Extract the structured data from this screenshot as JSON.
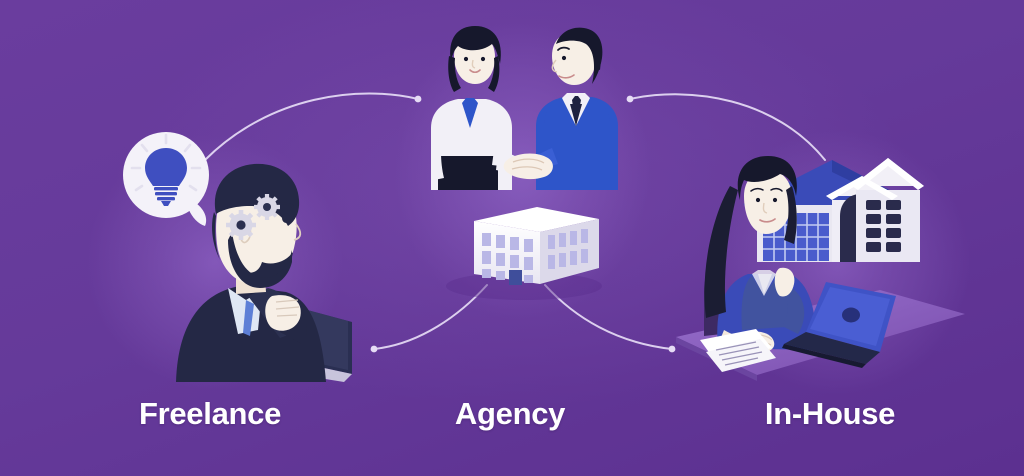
{
  "illustration": {
    "title": "Freelance vs Agency vs In-House comparison illustration",
    "background": {
      "base_color": "#653a9a",
      "top_color": "#6a3d9e",
      "bottom_color": "#5c3090",
      "glow_color": "#8a5fbe"
    },
    "accent_colors": {
      "white": "#ffffff",
      "off_white": "#f2f0f7",
      "blue": "#3f4fc0",
      "royal_blue": "#3a4bb8",
      "navy": "#1e2242",
      "dark_navy": "#222643",
      "periwinkle": "#b9b7e6",
      "connector_line": "#e6dcf5",
      "skin": "#f7efe6"
    },
    "labels": [
      {
        "id": "freelance",
        "text": "Freelance"
      },
      {
        "id": "agency",
        "text": "Agency"
      },
      {
        "id": "in-house",
        "text": "In-House"
      }
    ],
    "nodes": [
      {
        "id": "freelance",
        "label": "Freelance",
        "scene": "bearded man in dark suit and blue tie in thinking pose at a laptop, gears on his head, thought bubble with a glowing lightbulb",
        "icons": [
          "lightbulb-icon",
          "gears-icon",
          "laptop-icon",
          "thought-bubble-icon"
        ]
      },
      {
        "id": "agency",
        "label": "Agency",
        "scene": "businesswoman in white blazer shaking hands with businessman in blue suit above a white multi-storey office building",
        "icons": [
          "handshake-icon",
          "office-building-icon"
        ]
      },
      {
        "id": "in-house",
        "label": "In-House",
        "scene": "woman with long dark hair in blue shirt working on a laptop at a desk with papers, house with blue roof behind her",
        "icons": [
          "laptop-icon",
          "house-icon",
          "documents-icon"
        ]
      }
    ],
    "connectors": [
      {
        "id": "freelance-to-agency-top",
        "from": "freelance",
        "to": "agency",
        "style": "arc-up"
      },
      {
        "id": "agency-to-inhouse-top",
        "from": "agency",
        "to": "in-house",
        "style": "arc-up"
      },
      {
        "id": "agency-to-freelance-bottom",
        "from": "agency",
        "to": "freelance",
        "style": "arc-down"
      },
      {
        "id": "agency-to-inhouse-bottom",
        "from": "agency",
        "to": "in-house",
        "style": "arc-down"
      }
    ]
  }
}
